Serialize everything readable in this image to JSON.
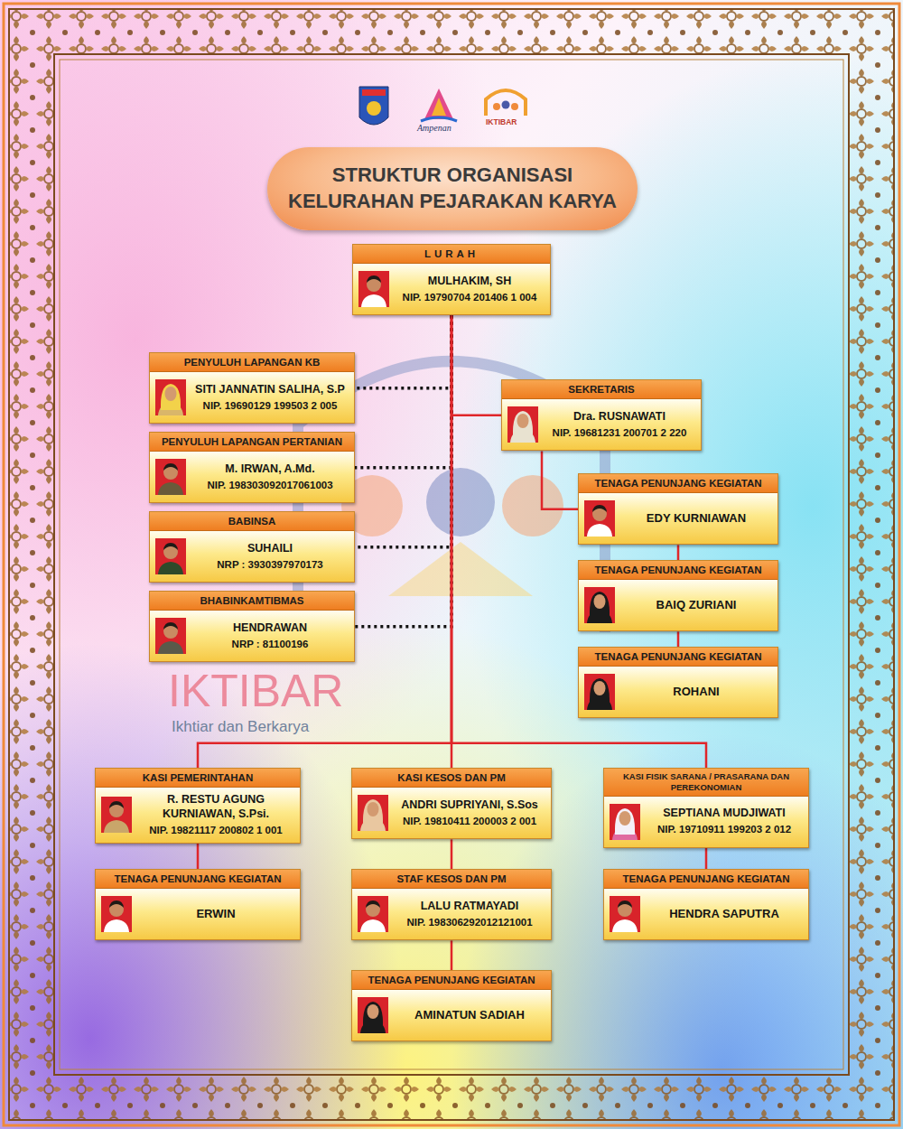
{
  "diagram": {
    "title": "STRUKTUR ORGANISASI KELURAHAN PEJARAKAN KARYA",
    "nodes": [
      {
        "text": [
          "LURAH",
          "MULHAKIM, SH",
          "NIP. 19790704 201406 1 004"
        ]
      },
      {
        "text": [
          "PENYULUH LAPANGAN KB",
          "SITI JANNATIN SALIHA, S.P",
          "NIP. 19690129 199503 2 005"
        ]
      },
      {
        "text": [
          "SEKRETARIS",
          "Dra. RUSNAWATI",
          "NIP. 19681231 200701 2 220"
        ]
      },
      {
        "text": [
          "PENYULUH LAPANGAN PERTANIAN",
          "M. IRWAN, A.Md.",
          "NIP. 198303092017061003"
        ]
      },
      {
        "text": [
          "TENAGA PENUNJANG KEGIATAN",
          "EDY KURNIAWAN"
        ]
      },
      {
        "text": [
          "BABINSA",
          "SUHAILI",
          "NRP : 3930397970173"
        ]
      },
      {
        "text": [
          "TENAGA PENUNJANG KEGIATAN",
          "BAIQ ZURIANI"
        ]
      },
      {
        "text": [
          "BHABINKAMTIBMAS",
          "HENDRAWAN",
          "NRP : 81100196"
        ]
      },
      {
        "text": [
          "TENAGA PENUNJANG KEGIATAN",
          "ROHANI"
        ]
      },
      {
        "text": [
          "KASI PEMERINTAHAN",
          "R. RESTU AGUNG KURNIAWAN, S.Psi.",
          "NIP. 19821117 200802 1 001"
        ]
      },
      {
        "text": [
          "KASI KESOS DAN PM",
          "ANDRI SUPRIYANI, S.Sos",
          "NIP. 19810411 200003 2 001"
        ]
      },
      {
        "text": [
          "KASI FISIK SARANA / PRASARANA DAN PEREKONOMIAN",
          "SEPTIANA MUDJIWATI",
          "NIP. 19710911 199203 2 012"
        ]
      },
      {
        "text": [
          "TENAGA PENUNJANG KEGIATAN",
          "ERWIN"
        ]
      },
      {
        "text": [
          "STAF KESOS DAN PM",
          "LALU RATMAYADI",
          "NIP. 198306292012121001"
        ]
      },
      {
        "text": [
          "TENAGA PENUNJANG KEGIATAN",
          "HENDRA SAPUTRA"
        ]
      },
      {
        "text": [
          "TENAGA PENUNJANG KEGIATAN",
          "AMINATUN SADIAH"
        ]
      }
    ],
    "edges": [
      {
        "from": 0,
        "to": 1,
        "arrow": "none"
      },
      {
        "from": 0,
        "to": 3,
        "arrow": "none"
      },
      {
        "from": 0,
        "to": 5,
        "arrow": "none"
      },
      {
        "from": 0,
        "to": 7,
        "arrow": "none"
      },
      {
        "from": 0,
        "to": 2,
        "arrow": "none"
      },
      {
        "from": 2,
        "to": 4,
        "arrow": "none"
      },
      {
        "from": 4,
        "to": 6,
        "arrow": "none"
      },
      {
        "from": 6,
        "to": 8,
        "arrow": "none"
      },
      {
        "from": 0,
        "to": 9,
        "arrow": "none"
      },
      {
        "from": 0,
        "to": 10,
        "arrow": "none"
      },
      {
        "from": 0,
        "to": 11,
        "arrow": "none"
      },
      {
        "from": 9,
        "to": 12,
        "arrow": "none"
      },
      {
        "from": 10,
        "to": 13,
        "arrow": "none"
      },
      {
        "from": 13,
        "to": 15,
        "arrow": "none"
      },
      {
        "from": 11,
        "to": 14,
        "arrow": "none"
      }
    ],
    "labels": [
      "Ampenan",
      "IKTIBAR",
      "IKTIBAR",
      "Ikhtiar dan Berkarya"
    ]
  }
}
